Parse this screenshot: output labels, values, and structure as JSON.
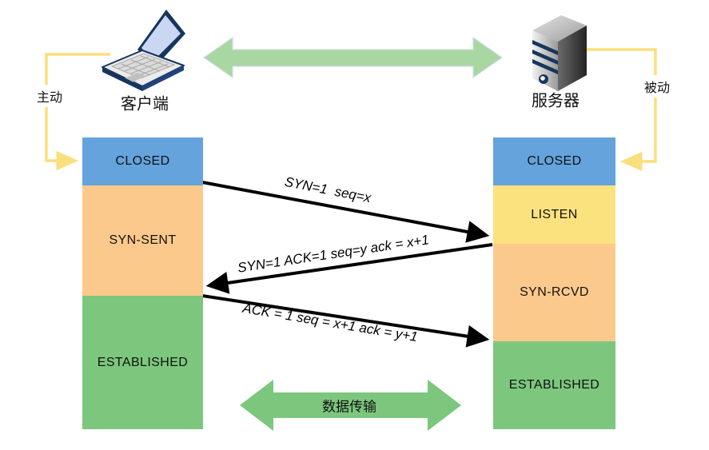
{
  "client": {
    "device_label": "客户端",
    "role_label": "主动",
    "states": [
      {
        "label": "CLOSED",
        "color": "#64A3DC"
      },
      {
        "label": "SYN-SENT",
        "color": "#FCC98C"
      },
      {
        "label": "ESTABLISHED",
        "color": "#7CC77D"
      }
    ]
  },
  "server": {
    "device_label": "服务器",
    "role_label": "被动",
    "states": [
      {
        "label": "CLOSED",
        "color": "#64A3DC"
      },
      {
        "label": "LISTEN",
        "color": "#FCE27F"
      },
      {
        "label": "SYN-RCVD",
        "color": "#FCC98C"
      },
      {
        "label": "ESTABLISHED",
        "color": "#7CC77D"
      }
    ]
  },
  "messages": [
    {
      "label": "SYN=1  seq=x",
      "from": "client",
      "to": "server"
    },
    {
      "label": "SYN=1 ACK=1 seq=y ack = x+1",
      "from": "server",
      "to": "client"
    },
    {
      "label": "ACK = 1 seq = x+1 ack = y+1",
      "from": "client",
      "to": "server"
    }
  ],
  "data_transfer": {
    "label": "数据传输"
  },
  "colors": {
    "handshake_arrow": "#000000",
    "connector_yellow": "#FADF7D",
    "top_link_green": "#A8D7A1",
    "data_transfer_green": "#7CC77D",
    "state_blue": "#64A3DC",
    "state_yellow": "#FCE27F",
    "state_orange": "#FCC98C",
    "state_green": "#7CC77D"
  }
}
